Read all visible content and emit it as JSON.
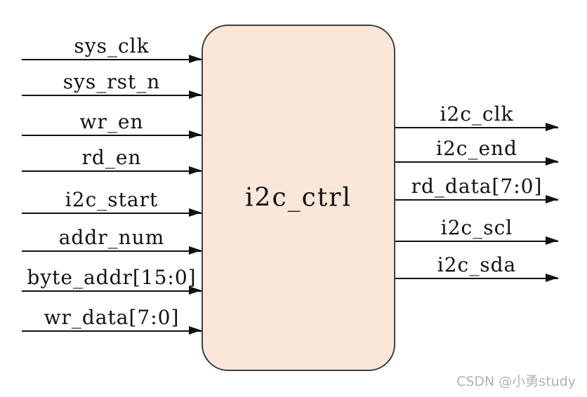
{
  "diagram": {
    "module": {
      "name": "i2c_ctrl"
    },
    "inputs": [
      {
        "label": "sys_clk"
      },
      {
        "label": "sys_rst_n"
      },
      {
        "label": "wr_en"
      },
      {
        "label": "rd_en"
      },
      {
        "label": "i2c_start"
      },
      {
        "label": "addr_num"
      },
      {
        "label": "byte_addr[15:0]"
      },
      {
        "label": "wr_data[7:0]"
      }
    ],
    "outputs": [
      {
        "label": "i2c_clk"
      },
      {
        "label": "i2c_end"
      },
      {
        "label": "rd_data[7:0]"
      },
      {
        "label": "i2c_scl"
      },
      {
        "label": "i2c_sda"
      }
    ],
    "watermark": "CSDN @小勇study"
  },
  "colors": {
    "background": "#FFFFFF",
    "box_fill": "#FBE7D9",
    "box_border": "#404040",
    "line": "#111111",
    "text": "#111111",
    "watermark": "#B3B3B3"
  }
}
